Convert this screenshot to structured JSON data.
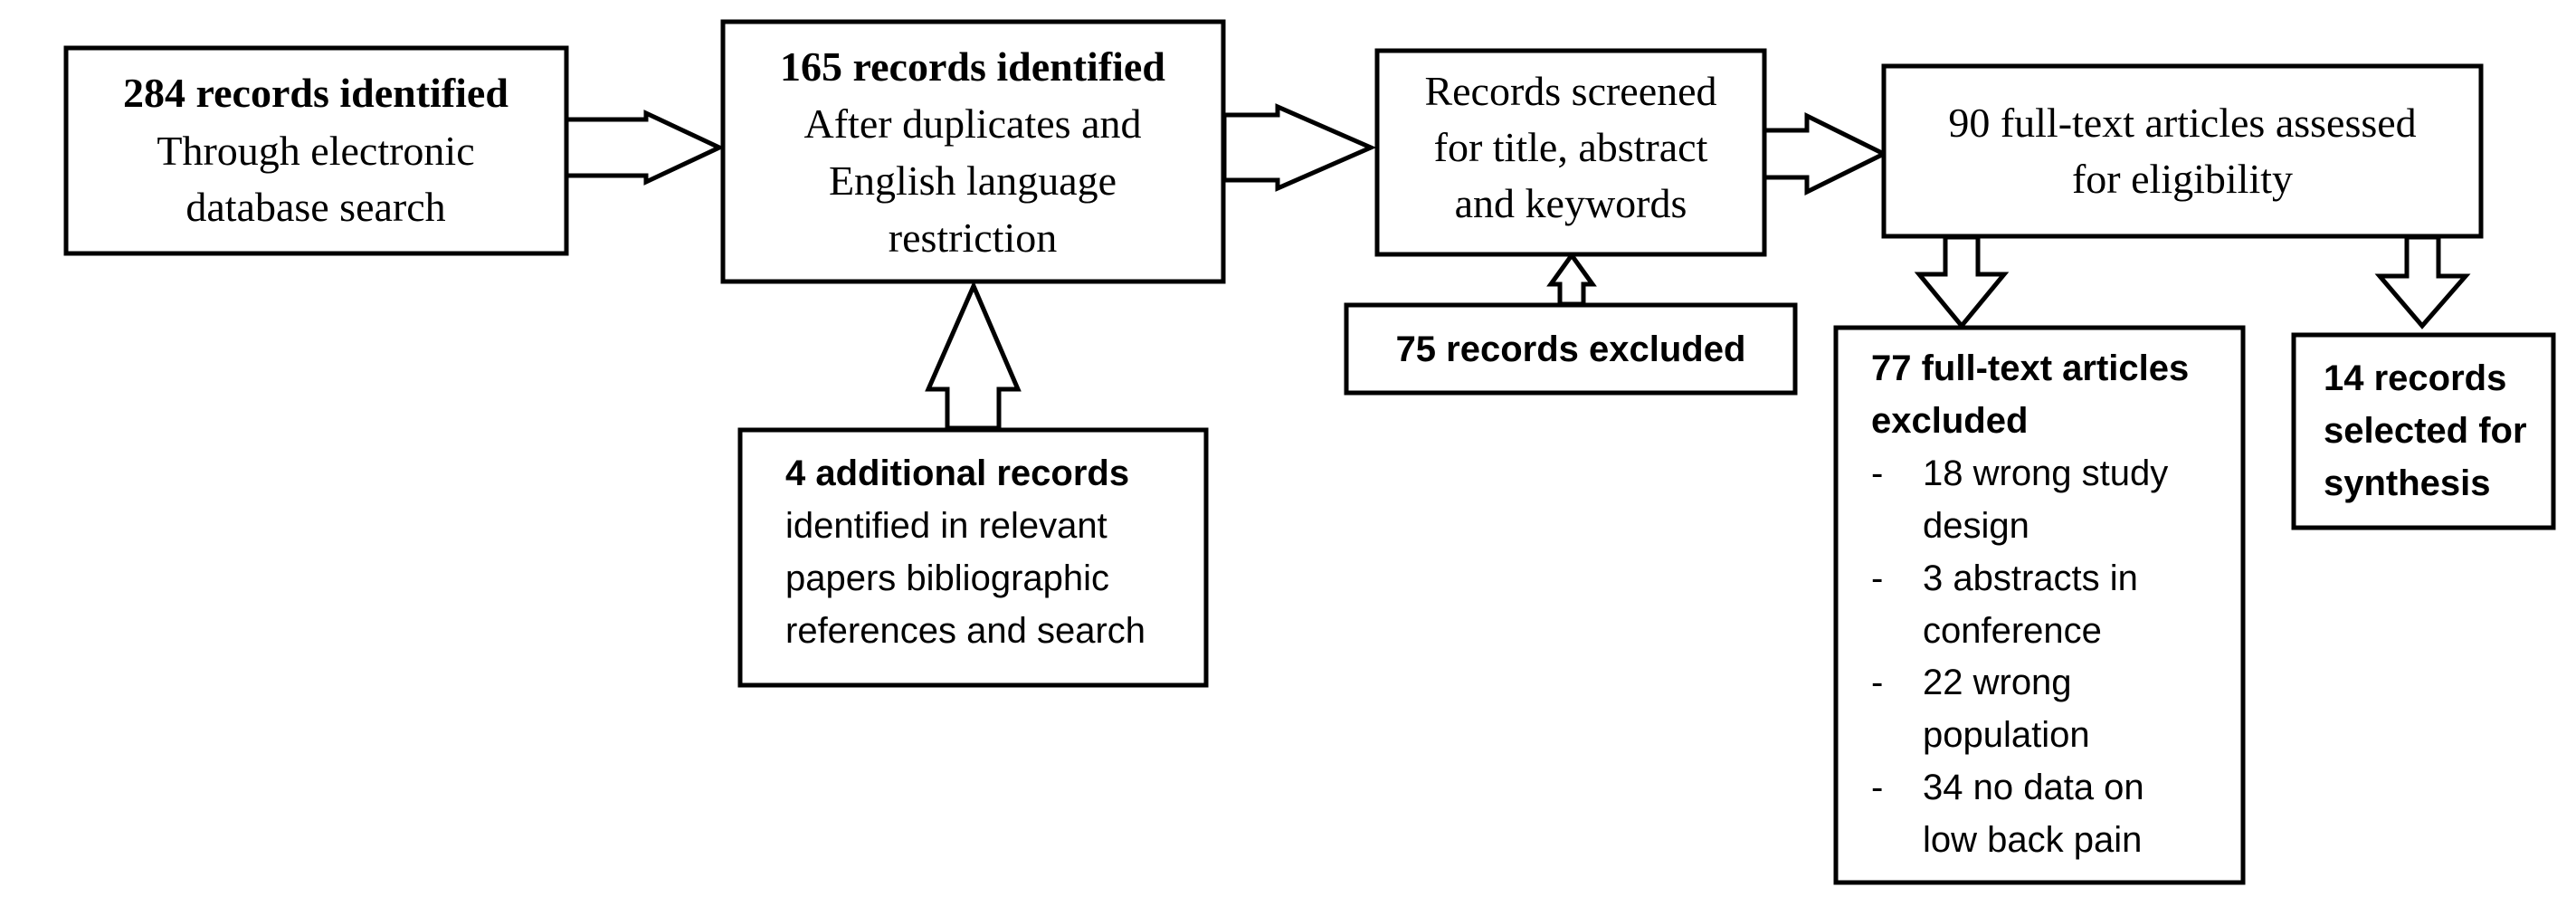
{
  "flow": {
    "identified": {
      "title": "284 records identified",
      "line1": "Through electronic",
      "line2": "database search"
    },
    "deduplicated": {
      "title": "165 records identified",
      "line1": "After duplicates and",
      "line2": "English language",
      "line3": "restriction"
    },
    "additional": {
      "title": "4 additional records",
      "line1": "identified in relevant",
      "line2": "papers bibliographic",
      "line3": "references and search"
    },
    "screened": {
      "line1": "Records screened",
      "line2": "for title, abstract",
      "line3": "and keywords"
    },
    "screen_excluded": {
      "title": "75 records excluded"
    },
    "assessed": {
      "line1": "90 full-text articles assessed",
      "line2": "for eligibility"
    },
    "fulltext_excluded": {
      "title1": "77 full-text articles",
      "title2": "excluded",
      "bullet": "-",
      "items": [
        {
          "line1": "18 wrong study",
          "line2": "design"
        },
        {
          "line1": "3 abstracts in",
          "line2": "conference"
        },
        {
          "line1": "22 wrong",
          "line2": "population"
        },
        {
          "line1": "34 no data on",
          "line2": "low back pain"
        }
      ]
    },
    "selected": {
      "line1": "14 records",
      "line2": "selected for",
      "line3": "synthesis"
    }
  }
}
